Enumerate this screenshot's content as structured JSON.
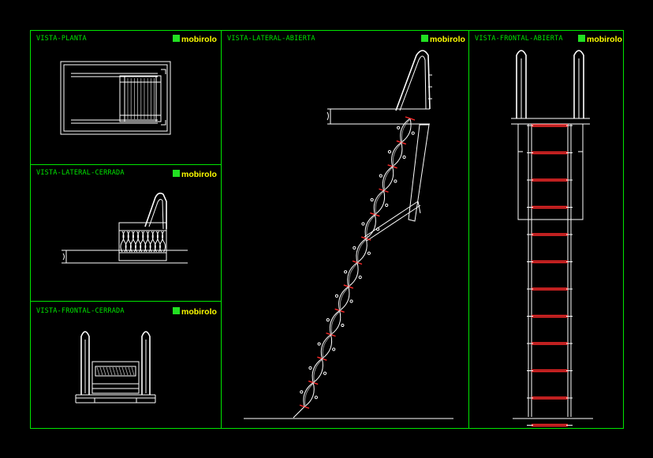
{
  "brand": {
    "name": "mobirolo",
    "text_color": "#ffff00",
    "mark_color": "#22e022"
  },
  "colors": {
    "frame": "#00e600",
    "background": "#000000",
    "linework": "#ffffff",
    "accent": "#ff2a2a"
  },
  "views": {
    "planta": {
      "title": "VISTA-PLANTA"
    },
    "lateral_cerrada": {
      "title": "VISTA-LATERAL-CERRADA"
    },
    "frontal_cerrada": {
      "title": "VISTA-FRONTAL-CERRADA"
    },
    "lateral_abierta": {
      "title": "VISTA-LATERAL-ABIERTA"
    },
    "frontal_abierta": {
      "title": "VISTA-FRONTAL-ABIERTA"
    }
  }
}
